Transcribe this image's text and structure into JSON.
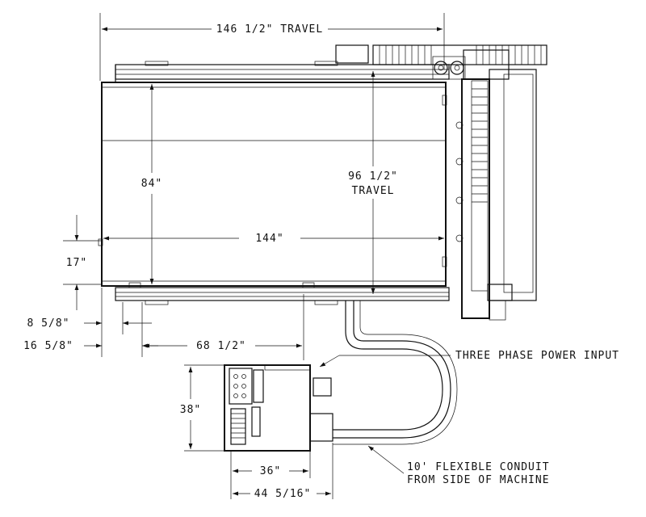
{
  "dimensions": {
    "x_travel": "146 1/2\" TRAVEL",
    "y_travel_value": "96 1/2\"",
    "y_travel_word": "TRAVEL",
    "table_depth": "84\"",
    "table_width": "144\"",
    "offset_17": "17\"",
    "offset_8_5_8": "8 5/8\"",
    "offset_16_5_8": "16 5/8\"",
    "offset_68_1_2": "68 1/2\"",
    "cabinet_height": "38\"",
    "cabinet_width": "36\"",
    "cabinet_overall": "44 5/16\""
  },
  "callouts": {
    "power_input": "THREE PHASE POWER INPUT",
    "conduit_line1": "10' FLEXIBLE CONDUIT",
    "conduit_line2": "FROM SIDE OF MACHINE"
  }
}
